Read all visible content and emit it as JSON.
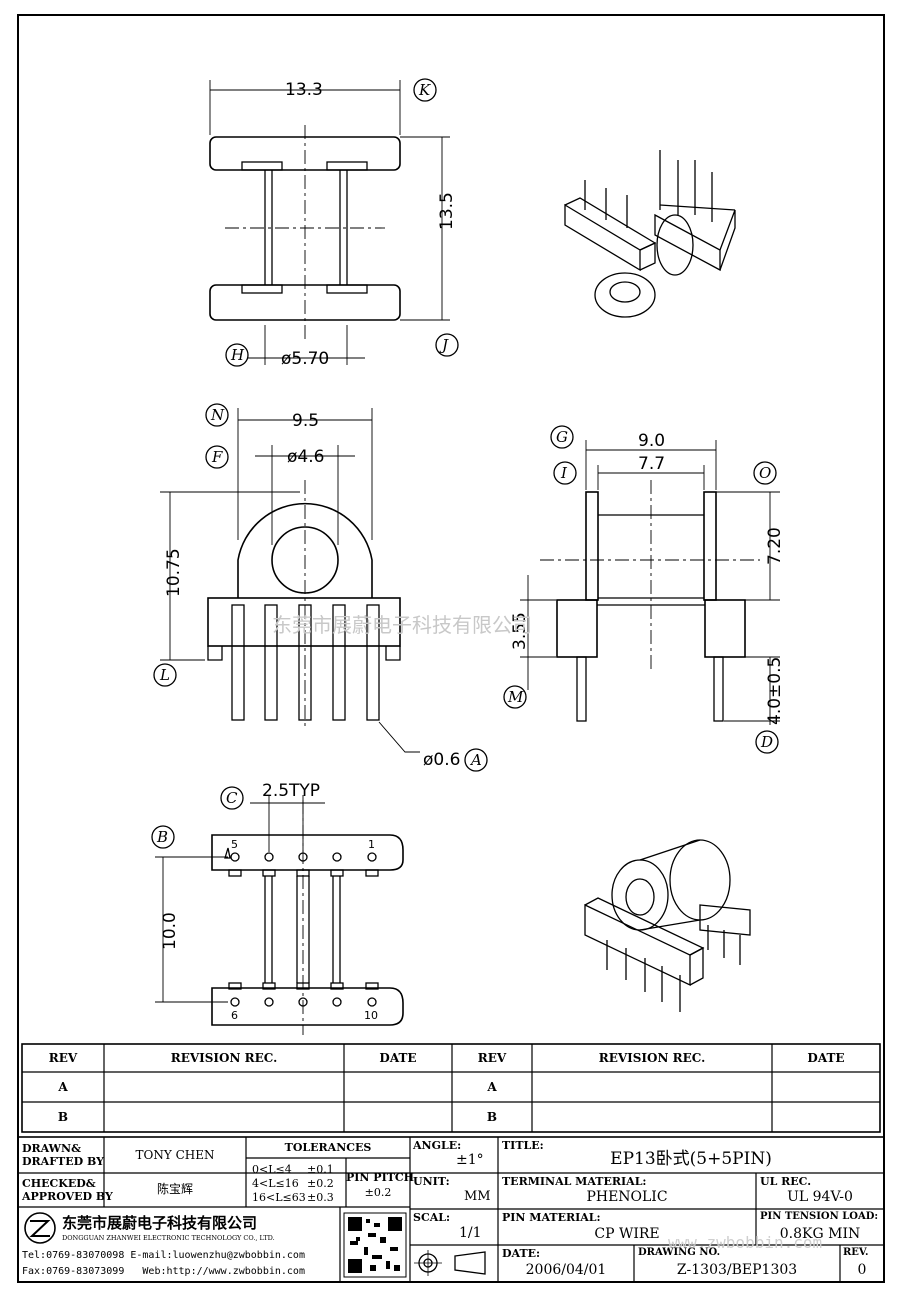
{
  "views": {
    "front_top": {
      "width": "13.3",
      "height": "13.5",
      "bore": "ø5.70",
      "labels": [
        "K",
        "J",
        "H"
      ]
    },
    "side_left": {
      "width": "9.5",
      "bore": "ø4.6",
      "height": "10.75",
      "pin_dia": "ø0.6",
      "labels": [
        "N",
        "F",
        "L",
        "A"
      ]
    },
    "side_right": {
      "outer": "9.0",
      "inner": "7.7",
      "height": "7.20",
      "base": "3.55",
      "pin_len": "4.0±0.5",
      "labels": [
        "G",
        "I",
        "O",
        "M",
        "D"
      ]
    },
    "bottom": {
      "pitch": "2.5TYP",
      "span": "10.0",
      "labels": [
        "C",
        "B"
      ],
      "pins_top": [
        "5",
        "1"
      ],
      "pins_bottom": [
        "6",
        "10"
      ]
    }
  },
  "watermark": "东莞市展蔚电子科技有限公司",
  "watermark_url": "www.zwbobbin.com",
  "revision_table": {
    "headers": [
      "REV",
      "REVISION REC.",
      "DATE",
      "REV",
      "REVISION REC.",
      "DATE"
    ],
    "rows": [
      [
        "A",
        "",
        "",
        "A",
        "",
        ""
      ],
      [
        "B",
        "",
        "",
        "B",
        "",
        ""
      ]
    ]
  },
  "title_block": {
    "drawn_label": "DRAWN&\nDRAFTED BY",
    "drawn_value": "TONY CHEN",
    "checked_label": "CHECKED&\nAPPROVED BY",
    "checked_value": "陈宝辉",
    "tolerances_label": "TOLERANCES",
    "tol_rows": [
      [
        "0<L≤4",
        "±0.1"
      ],
      [
        "4<L≤16",
        "±0.2"
      ],
      [
        "16<L≤63",
        "±0.3"
      ]
    ],
    "pin_pitch_label": "PIN PITCH",
    "pin_pitch_value": "±0.2",
    "angle_label": "ANGLE:",
    "angle_value": "±1°",
    "unit_label": "UNIT:",
    "unit_value": "MM",
    "scale_label": "SCAL:",
    "scale_value": "1/1",
    "title_label": "TITLE:",
    "title_value": "EP13卧式(5+5PIN)",
    "terminal_label": "TERMINAL MATERIAL:",
    "terminal_value": "PHENOLIC",
    "ul_label": "UL REC.",
    "ul_value": "UL 94V-0",
    "pin_mat_label": "PIN MATERIAL:",
    "pin_mat_value": "CP WIRE",
    "tension_label": "PIN TENSION LOAD:",
    "tension_value": "0.8KG MIN",
    "date_label": "DATE:",
    "date_value": "2006/04/01",
    "drawing_label": "DRAWING NO.",
    "drawing_value": "Z-1303/BEP1303",
    "rev_label": "REV.",
    "rev_value": "0",
    "company_cn": "东莞市展蔚电子科技有限公司",
    "company_en": "DONGGUAN ZHANWEI ELECTRONIC TECHNOLOGY CO., LTD.",
    "contact1": "Tel:0769-83070098 E-mail:luowenzhu@zwbobbin.com",
    "contact2": "Fax:0769-83073099   Web:http://www.zwbobbin.com"
  },
  "colors": {
    "line": "#000000",
    "watermark": "#c8c8c8"
  }
}
